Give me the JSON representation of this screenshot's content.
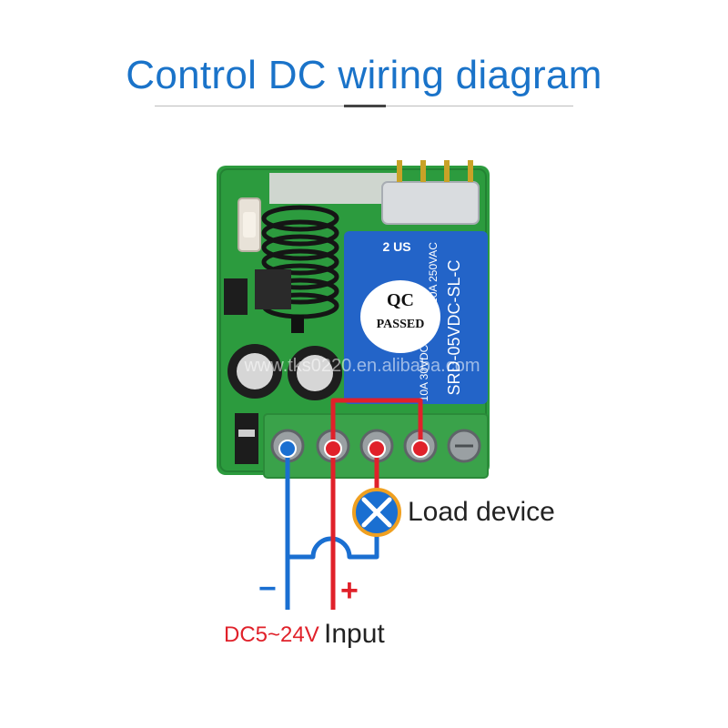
{
  "title": "Control DC wiring diagram",
  "relay": {
    "cert_line1": "QC",
    "cert_line2": "PASSED",
    "model": "SRD-05VDC-SL-C",
    "rating_1": "10A 250VAC",
    "rating_2": "10A 30VDC",
    "mark": "2 US"
  },
  "watermark": "www.tks0220.en.alibaba.com",
  "load_label": "Load device",
  "minus_label": "−",
  "plus_label": "+",
  "voltage_label": "DC5~24V",
  "input_label": "Input",
  "colors": {
    "title": "#1a73c9",
    "positive_wire": "#e0212a",
    "negative_wire": "#1a6fd1",
    "pcb": "#2c9b3e",
    "terminal_block": "#3aa24a",
    "relay": "#2364c8",
    "load_ring": "#f0a020",
    "load_fill": "#1a6fd1"
  }
}
